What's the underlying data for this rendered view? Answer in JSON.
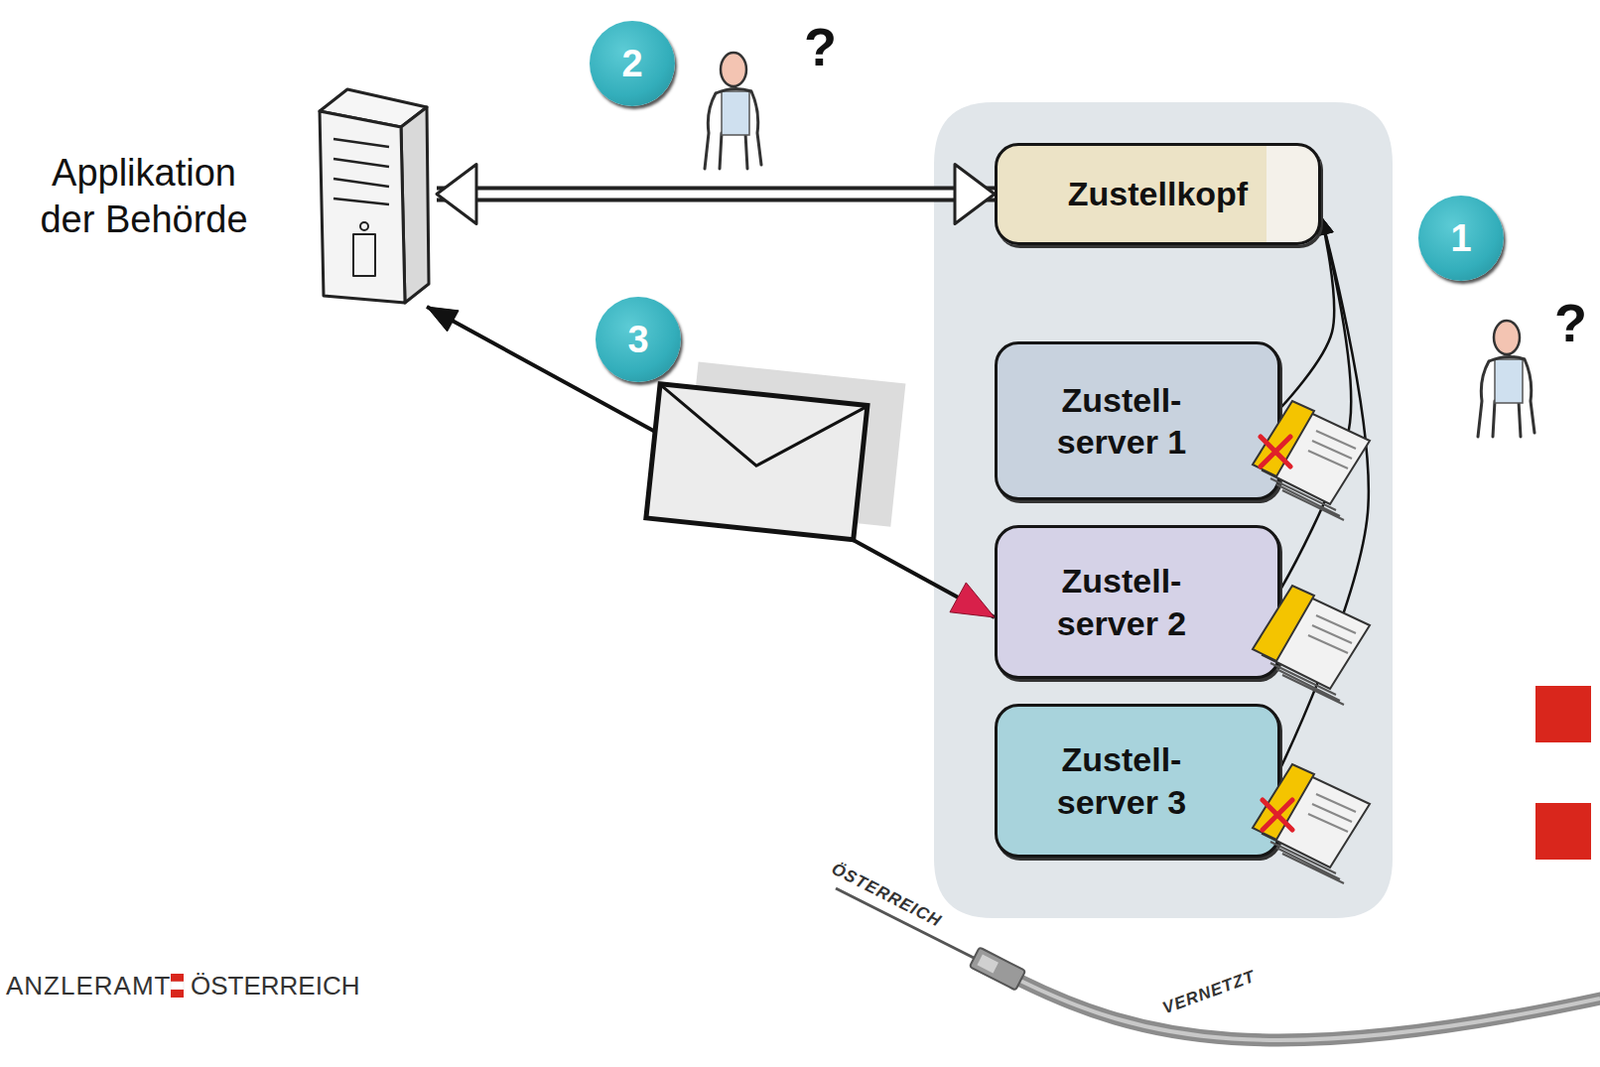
{
  "diagram": {
    "nodes": [
      {
        "text": [
          "Applikation der Behörde"
        ]
      },
      {
        "text": [
          "Zustellkopf"
        ]
      },
      {
        "text": [
          "Zustell- server 1"
        ]
      },
      {
        "text": [
          "Zustell- server 2"
        ]
      },
      {
        "text": [
          "Zustell- server 3"
        ]
      }
    ],
    "edges": [
      {
        "from": 0,
        "to": 1,
        "arrow": "both"
      },
      {
        "from": 2,
        "to": 1,
        "arrow": "to"
      },
      {
        "from": 3,
        "to": 1,
        "arrow": "to"
      },
      {
        "from": 4,
        "to": 1,
        "arrow": "to"
      },
      {
        "from": 0,
        "to": 3,
        "arrow": "both"
      }
    ],
    "labels": [
      "2",
      "?",
      "1",
      "?",
      "3",
      "ANZLERAMT",
      "ÖSTERREICH",
      "ÖSTERREICH",
      "VERNETZT"
    ]
  }
}
